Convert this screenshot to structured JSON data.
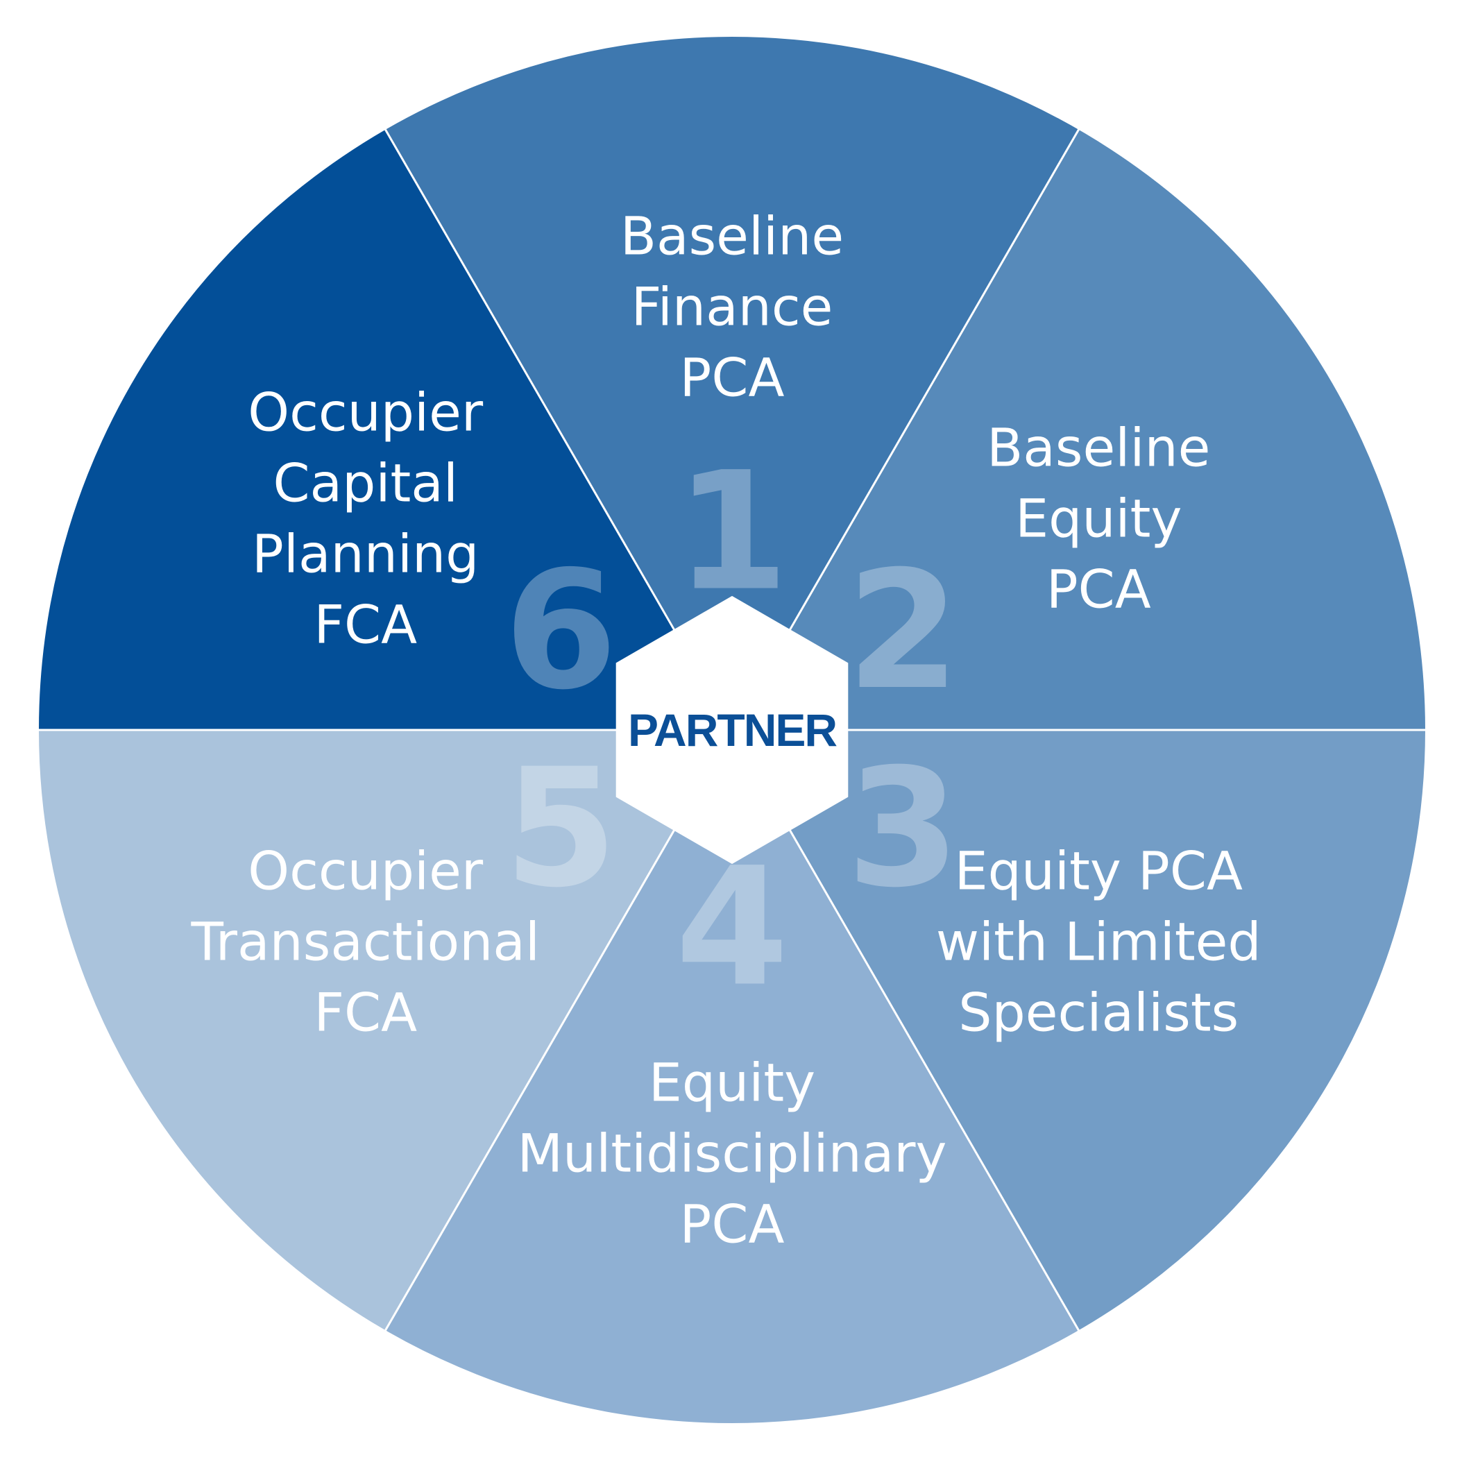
{
  "diagram": {
    "center": {
      "label": "PARTNER",
      "text_color": "#0b4f97",
      "fill_color": "#ffffff"
    },
    "number_color": "#ffffff",
    "divider_color": "#ffffff",
    "segments": [
      {
        "number": "1",
        "lines": [
          "Baseline",
          "Finance",
          "PCA"
        ],
        "color": "#3e78af"
      },
      {
        "number": "2",
        "lines": [
          "Baseline",
          "Equity",
          "PCA"
        ],
        "color": "#578aba"
      },
      {
        "number": "3",
        "lines": [
          "Equity PCA",
          "with Limited",
          "Specialists"
        ],
        "color": "#739dc6"
      },
      {
        "number": "4",
        "lines": [
          "Equity",
          "Multidisciplinary",
          "PCA"
        ],
        "color": "#8fb0d3"
      },
      {
        "number": "5",
        "lines": [
          "Occupier",
          "Transactional",
          "FCA"
        ],
        "color": "#aac3dc"
      },
      {
        "number": "6",
        "lines": [
          "Occupier",
          "Capital",
          "Planning",
          "FCA"
        ],
        "color": "#034f98"
      }
    ]
  }
}
